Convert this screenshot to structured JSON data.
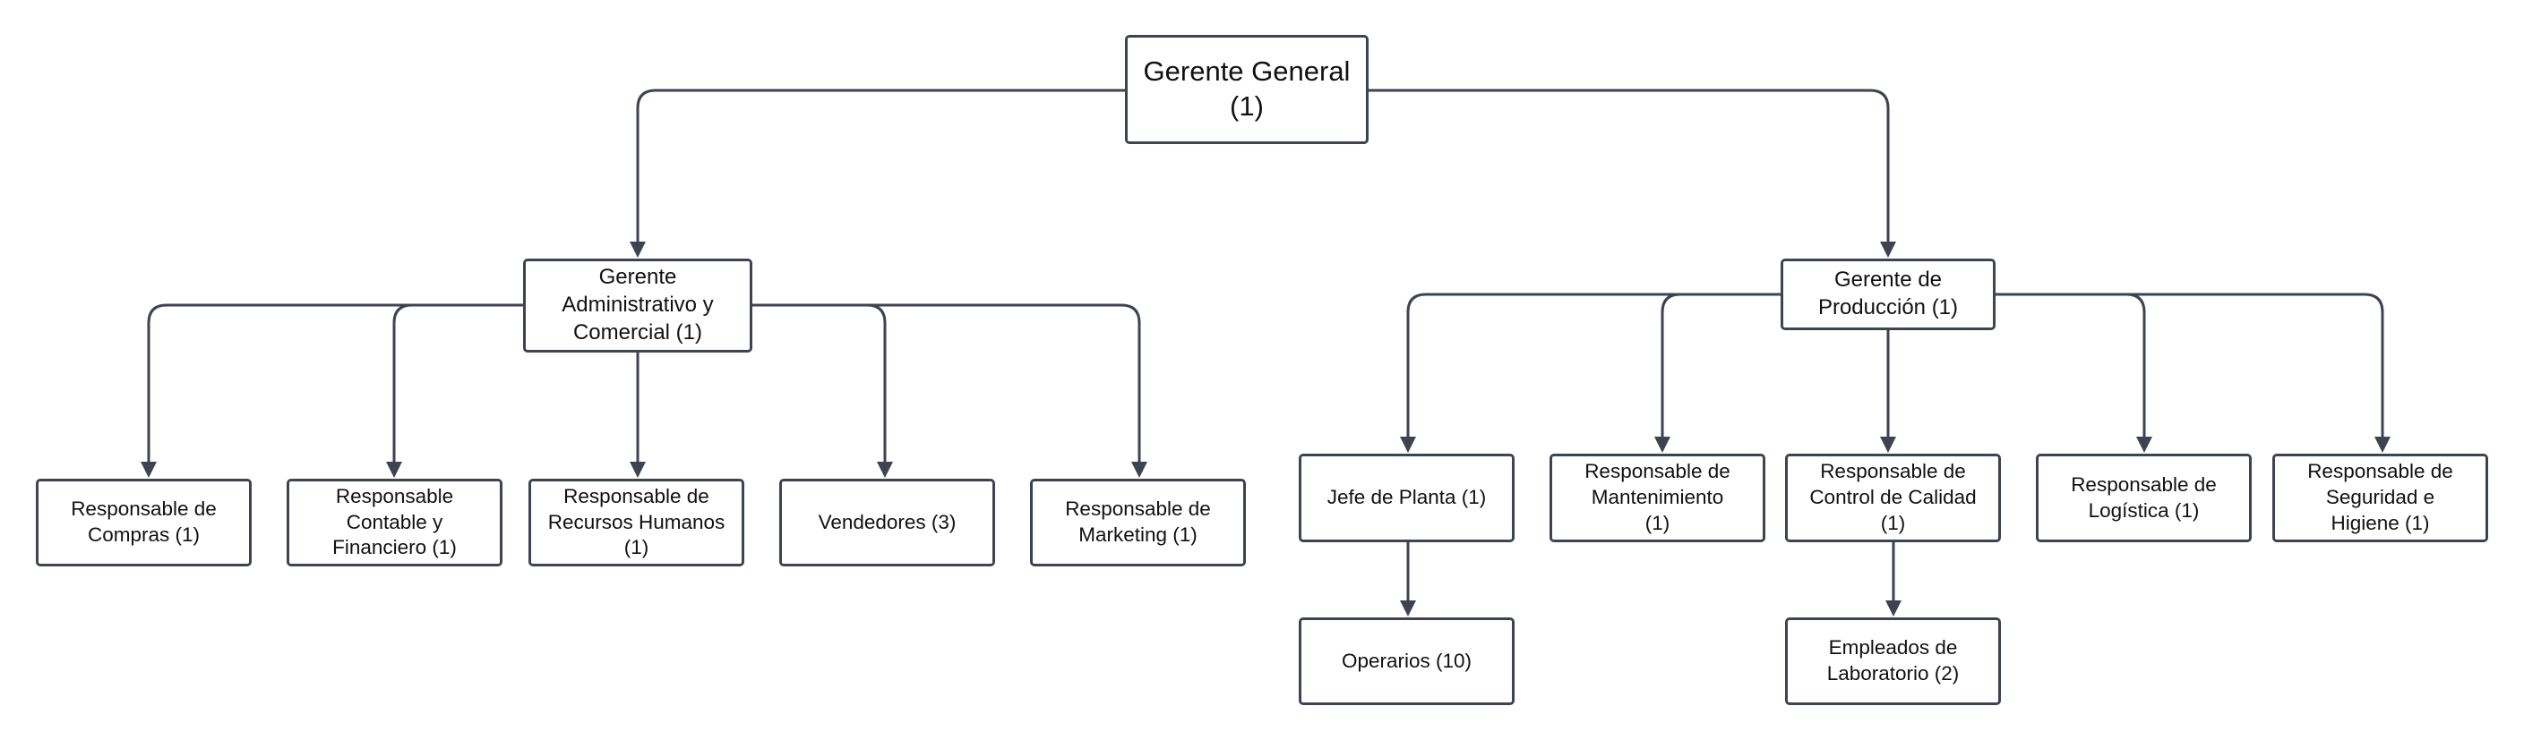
{
  "colors": {
    "line": "#3d4350",
    "box_border": "#3d4350",
    "box_fill": "#ffffff",
    "text": "#111111"
  },
  "nodes": {
    "gerente_general": "Gerente General\n(1)",
    "gerente_admin": "Gerente\nAdministrativo y\nComercial (1)",
    "gerente_produccion": "Gerente de\nProducción (1)",
    "resp_compras": "Responsable de\nCompras (1)",
    "resp_contable": "Responsable\nContable y\nFinanciero (1)",
    "resp_rrhh": "Responsable de\nRecursos Humanos\n(1)",
    "vendedores": "Vendedores (3)",
    "resp_marketing": "Responsable de\nMarketing (1)",
    "jefe_planta": "Jefe de Planta (1)",
    "resp_mantenimiento": "Responsable de\nMantenimiento\n(1)",
    "resp_calidad": "Responsable de\nControl de Calidad\n(1)",
    "resp_logistica": "Responsable de\nLogística (1)",
    "resp_seguridad": "Responsable de\nSeguridad e\nHigiene (1)",
    "operarios": "Operarios (10)",
    "empleados_lab": "Empleados de\nLaboratorio (2)"
  }
}
